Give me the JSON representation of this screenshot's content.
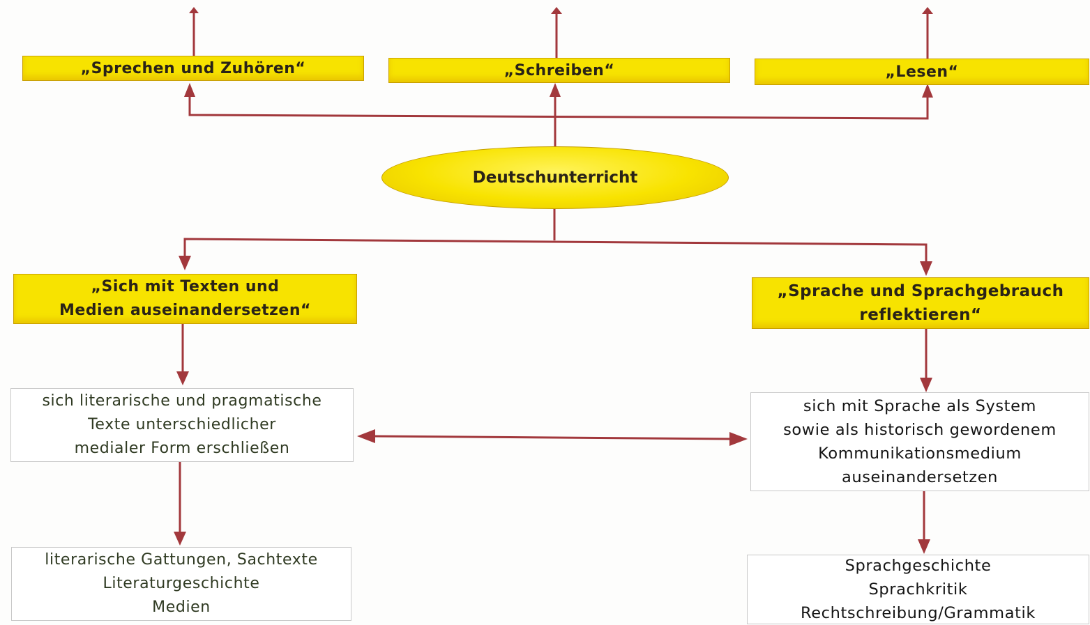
{
  "hub": {
    "label": "Deutschunterricht"
  },
  "top_boxes": [
    {
      "label": "„Sprechen und Zuhören“"
    },
    {
      "label": "„Schreiben“"
    },
    {
      "label": "„Lesen“"
    }
  ],
  "left_branch": {
    "header_lines": [
      "„Sich mit Texten und",
      "Medien auseinandersetzen“"
    ],
    "middle_lines": [
      "sich literarische und pragmatische",
      "Texte unterschiedlicher",
      "medialer Form erschließen"
    ],
    "bottom_lines": [
      "literarische Gattungen, Sachtexte",
      "Literaturgeschichte",
      "Medien"
    ]
  },
  "right_branch": {
    "header_lines": [
      "„Sprache und Sprachgebrauch",
      "reflektieren“"
    ],
    "middle_lines": [
      "sich mit Sprache als System",
      "sowie als historisch gewordenem",
      "Kommunikationsmedium",
      "auseinandersetzen"
    ],
    "bottom_lines": [
      "Sprachgeschichte",
      "Sprachkritik",
      "Rechtschreibung/Grammatik"
    ]
  },
  "colors": {
    "box_fill": "#f7e300",
    "connector": "#a2383c"
  }
}
